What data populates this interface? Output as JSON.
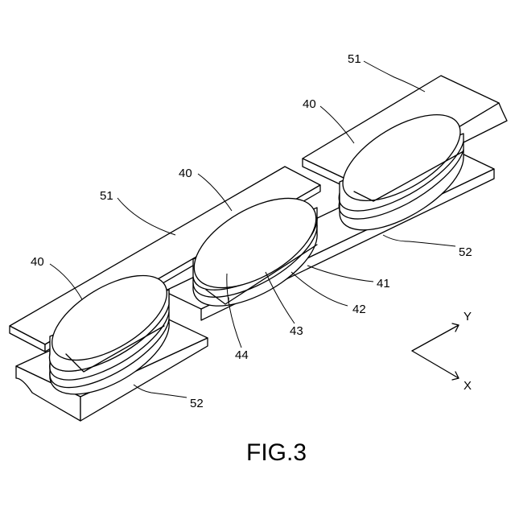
{
  "figure": {
    "caption": "FIG.3",
    "labels": {
      "element_40": "40",
      "element_41": "41",
      "element_42": "42",
      "element_43": "43",
      "element_44": "44",
      "upper_electrode": "51",
      "lower_electrode": "52"
    },
    "axes": {
      "y": "Y",
      "x": "X"
    }
  }
}
